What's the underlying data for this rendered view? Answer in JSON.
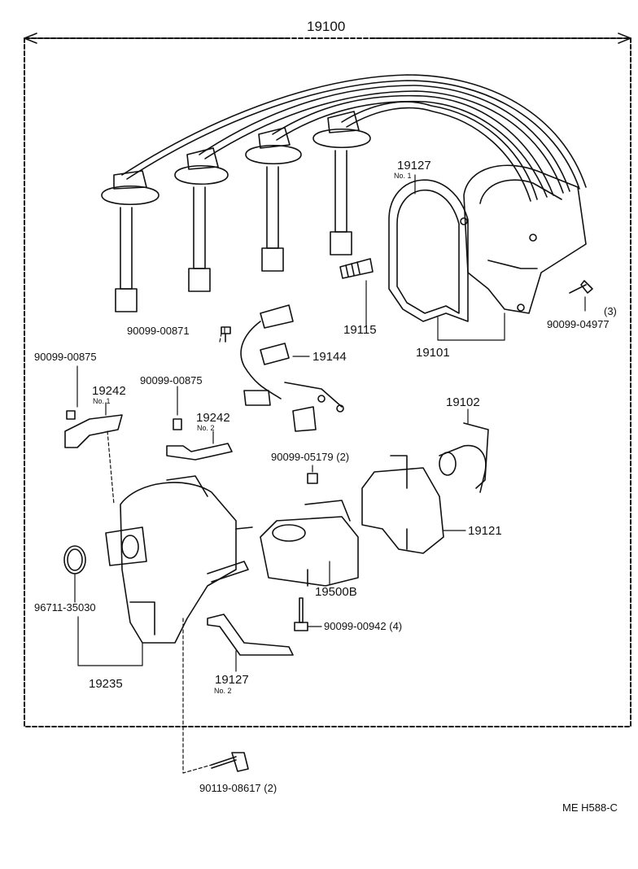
{
  "diagram": {
    "code": "ME H588-C",
    "assembly_label": "19100",
    "parts": {
      "p19127_no1": {
        "number": "19127",
        "sub": "No. 1"
      },
      "p19115": "19115",
      "p19101": "19101",
      "p90099_04977": {
        "number": "90099-04977",
        "qty": "(3)"
      },
      "p90099_00871": "90099-00871",
      "p19144": "19144",
      "p90099_00875_a": "90099-00875",
      "p19242_no1": {
        "number": "19242",
        "sub": "No. 1"
      },
      "p90099_00875_b": "90099-00875",
      "p19242_no2": {
        "number": "19242",
        "sub": "No. 2"
      },
      "p19102": "19102",
      "p90099_05179": "90099-05179 (2)",
      "p19121": "19121",
      "p19500B": "19500B",
      "p96711_35030": "96711-35030",
      "p90099_00942": "90099-00942 (4)",
      "p19235": "19235",
      "p19127_no2": {
        "number": "19127",
        "sub": "No. 2"
      },
      "p90119_08617": "90119-08617 (2)"
    }
  }
}
